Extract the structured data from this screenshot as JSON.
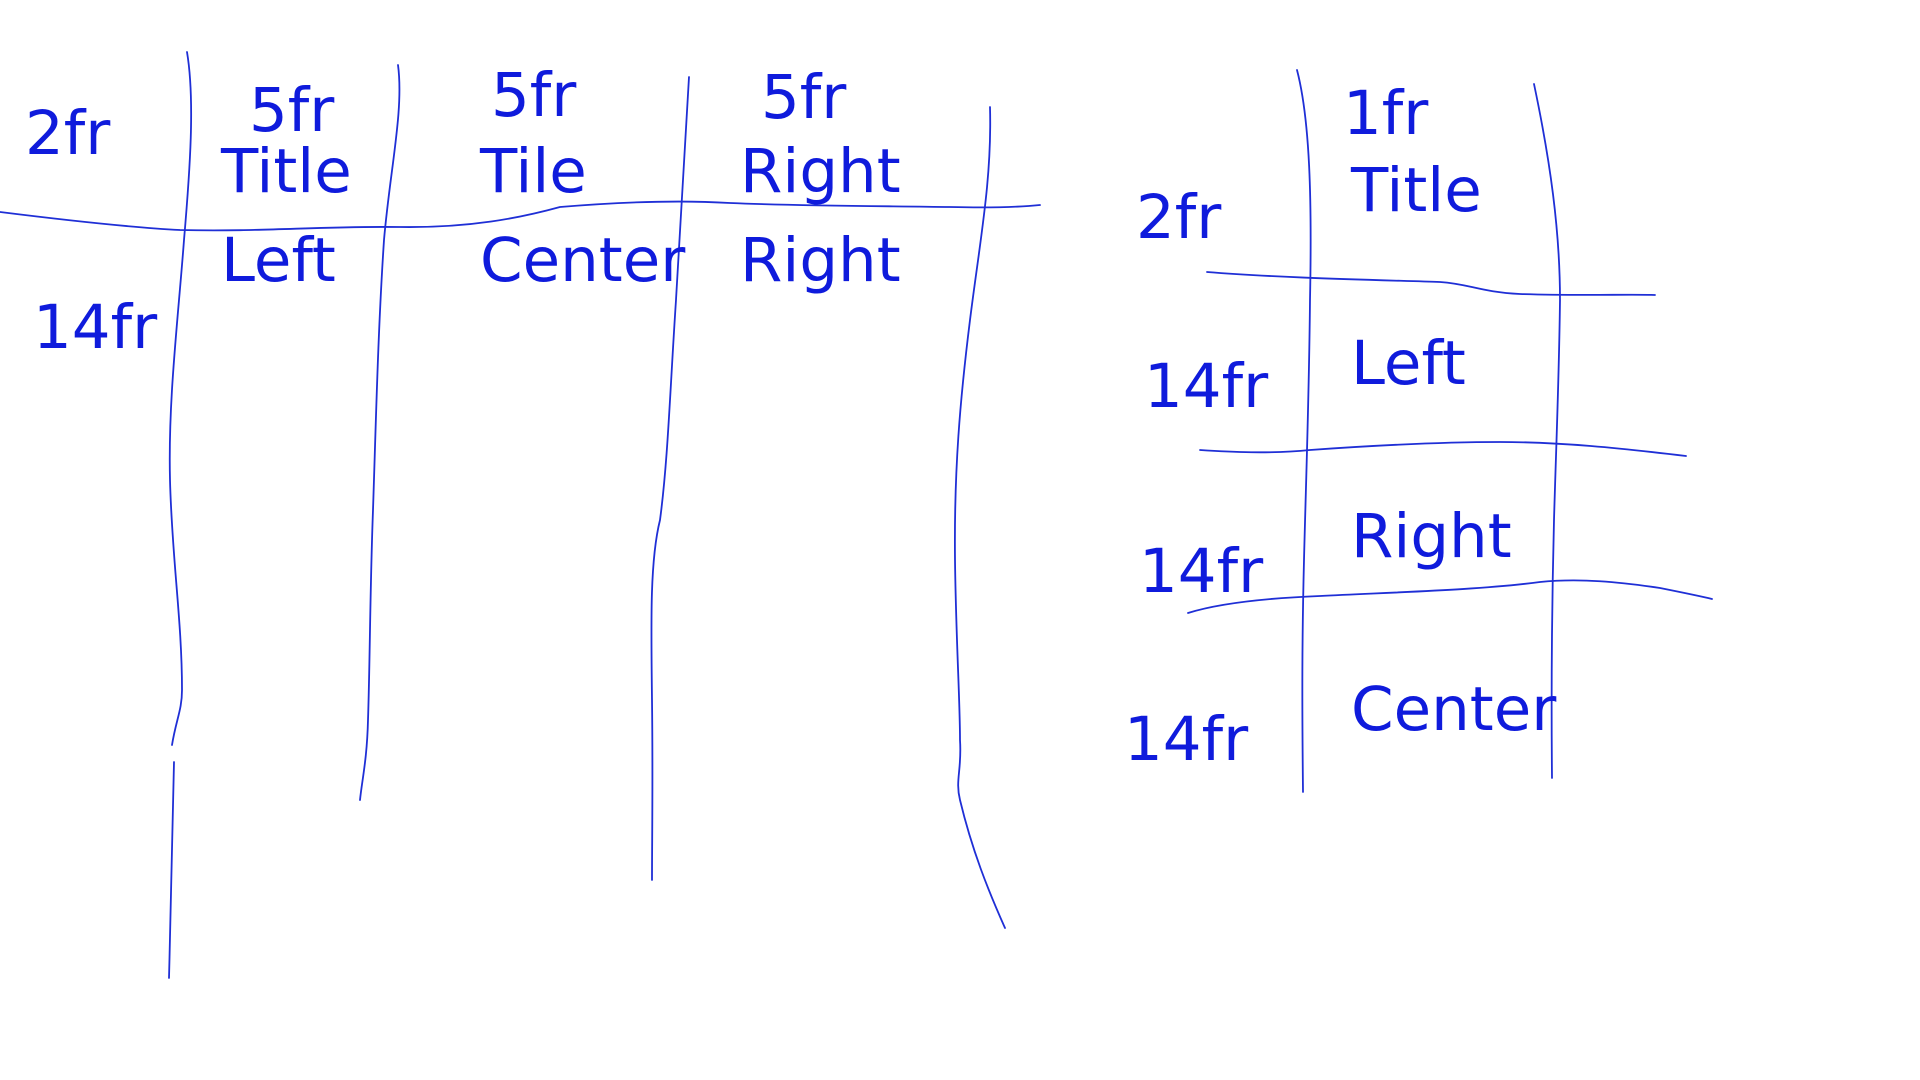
{
  "ink_color": "#0f1bdc",
  "stroke_color": "#1f2fd6",
  "left_sketch": {
    "row_label_header": "2fr",
    "row_label_body": "14fr",
    "columns": [
      {
        "size": "5fr",
        "header": "Title",
        "body": "Left"
      },
      {
        "size": "5fr",
        "header": "Tile",
        "body": "Center"
      },
      {
        "size": "5fr",
        "header": "Right",
        "body": "Right"
      }
    ]
  },
  "right_sketch": {
    "column_size": "1fr",
    "rows": [
      {
        "size": "2fr",
        "label": "Title"
      },
      {
        "size": "14fr",
        "label": "Left"
      },
      {
        "size": "14fr",
        "label": "Right"
      },
      {
        "size": "14fr",
        "label": "Center"
      }
    ]
  }
}
